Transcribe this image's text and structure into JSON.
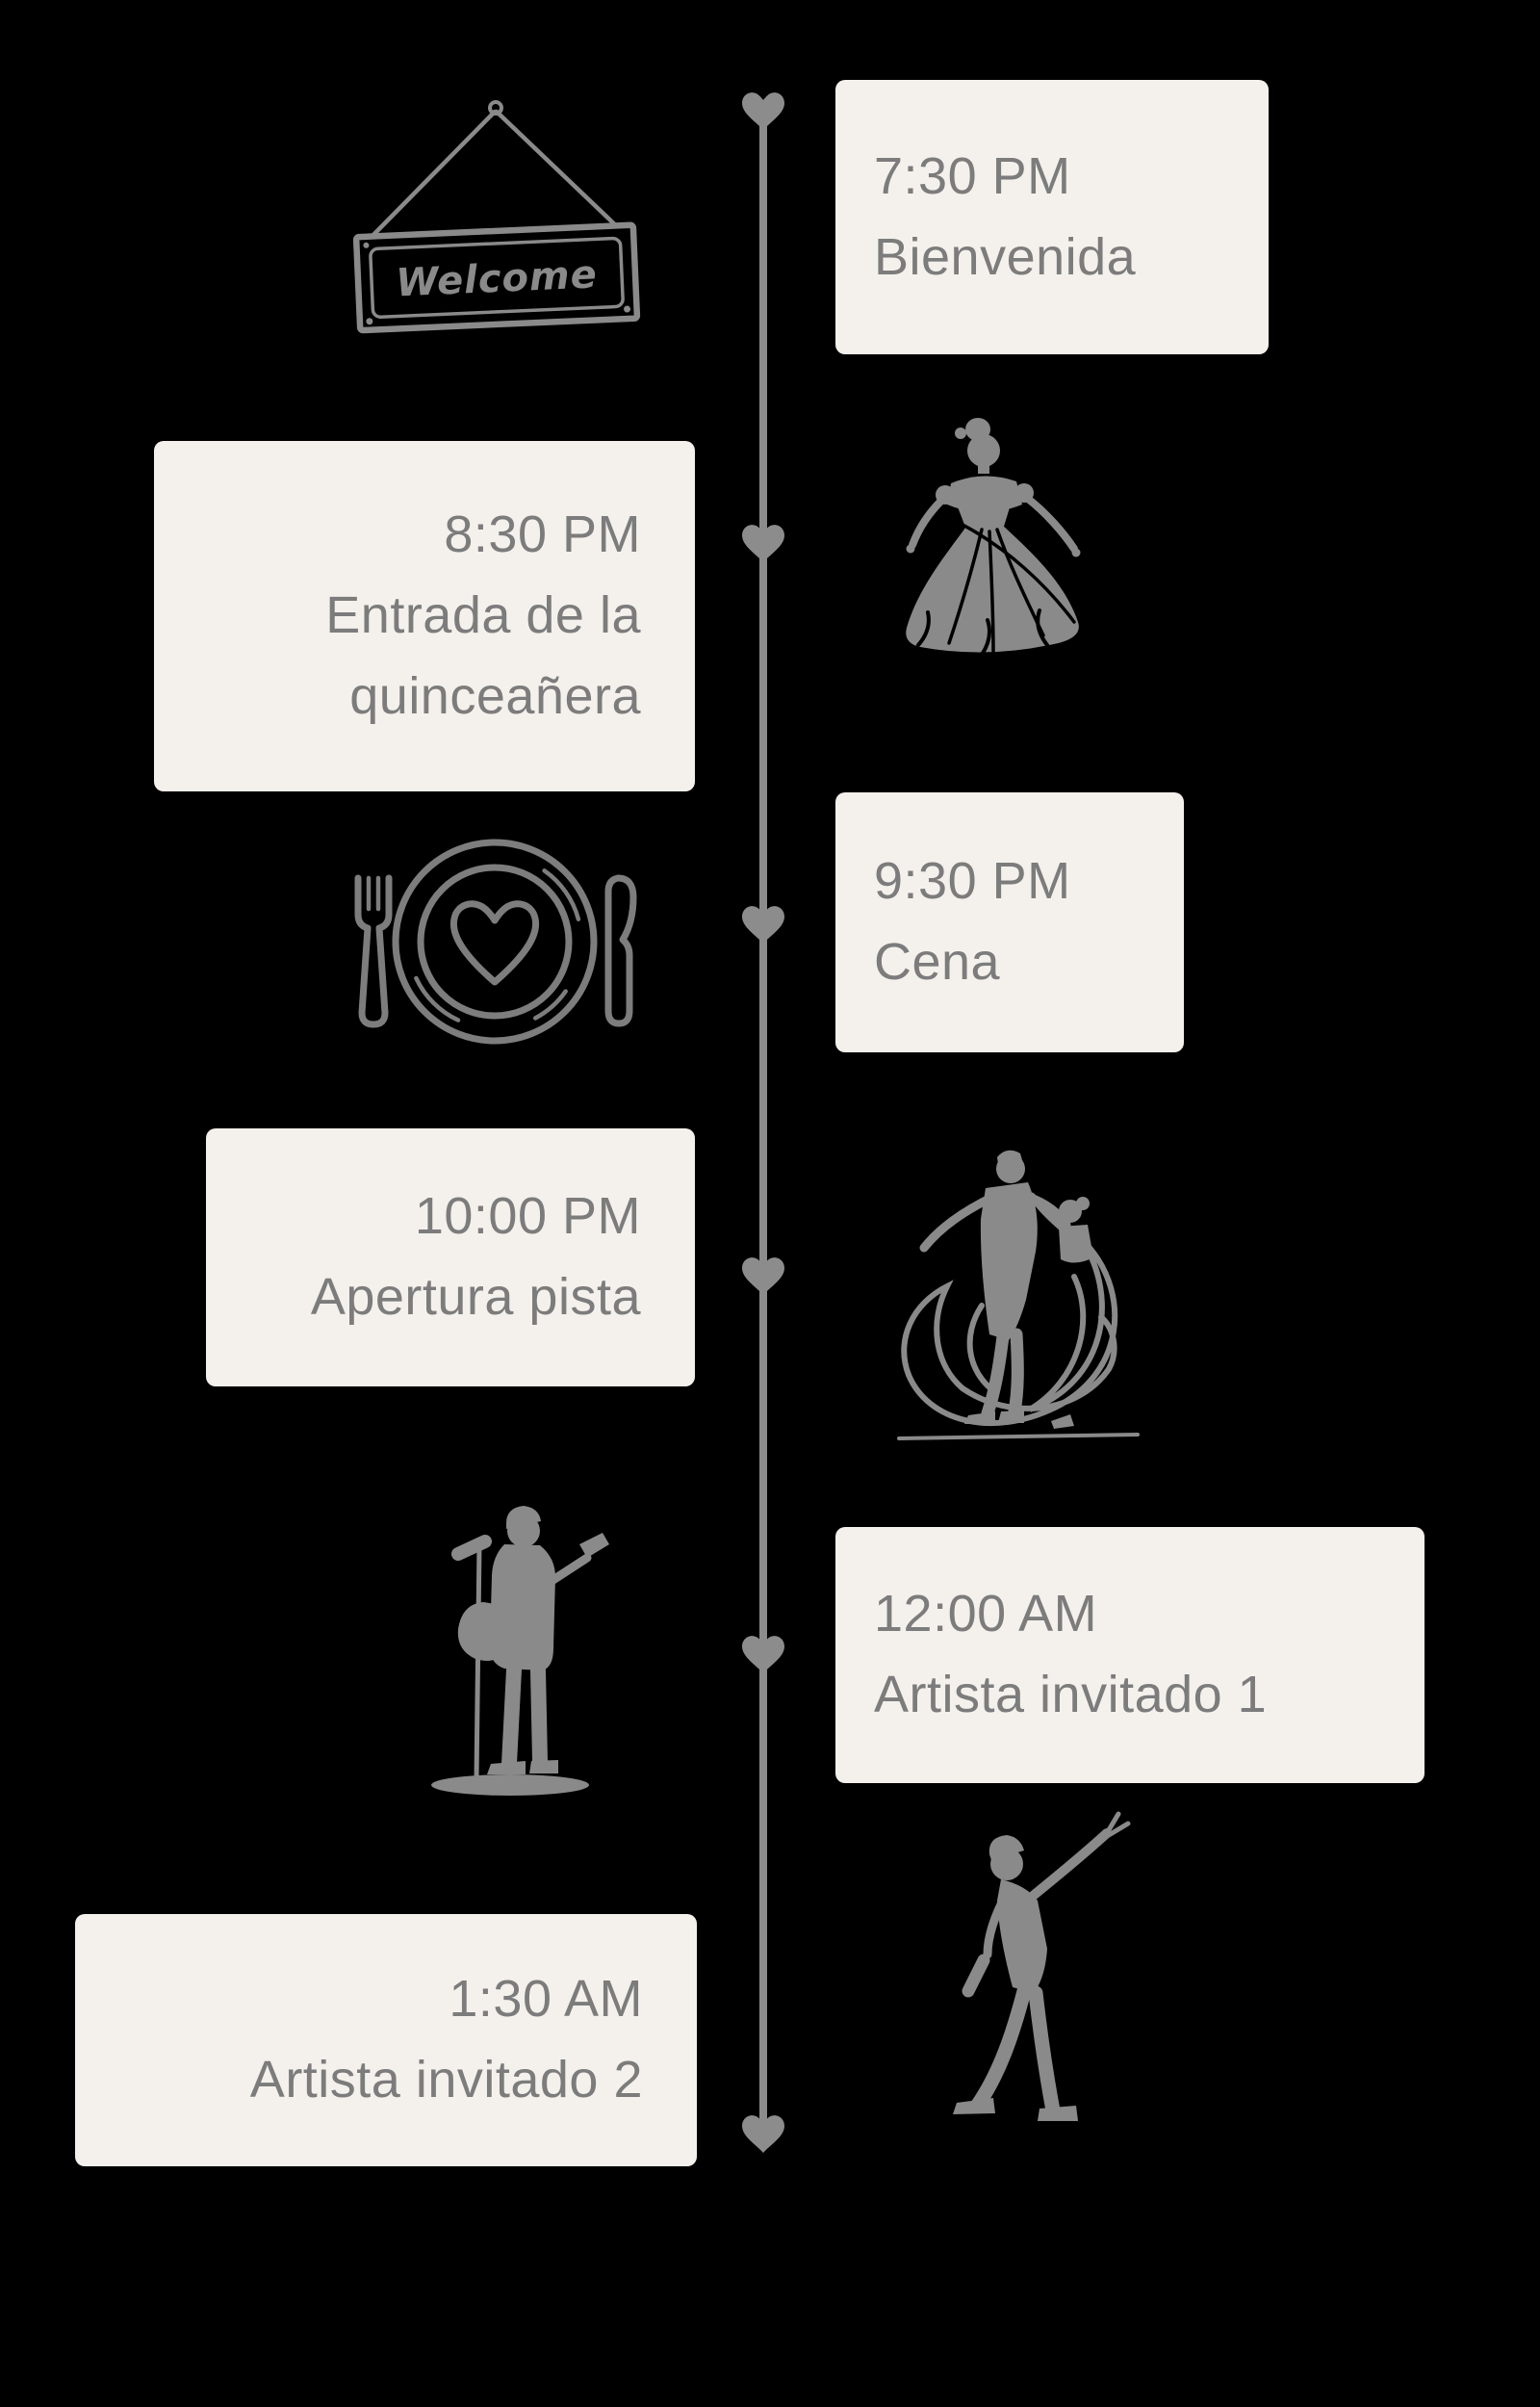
{
  "page": {
    "background": "#000000"
  },
  "colors": {
    "card_background": "#f4f1ec",
    "text": "#7c7c7c",
    "timeline": "#8c8c8c",
    "silhouette": "#8a8a8a"
  },
  "welcome_sign": {
    "text": "Welcome"
  },
  "timeline": {
    "marker": "heart",
    "items": [
      {
        "time": "7:30 PM",
        "title": "Bienvenida",
        "side": "right",
        "icon": "welcome-sign-icon"
      },
      {
        "time": "8:30 PM",
        "title": "Entrada de la quinceañera",
        "side": "left",
        "icon": "quinceanera-gown-icon"
      },
      {
        "time": "9:30 PM",
        "title": "Cena",
        "side": "right",
        "icon": "dinner-plate-heart-icon"
      },
      {
        "time": "10:00 PM",
        "title": "Apertura pista",
        "side": "left",
        "icon": "dancing-couple-icon"
      },
      {
        "time": "12:00 AM",
        "title": "Artista invitado 1",
        "side": "right",
        "icon": "singer-guitar-icon"
      },
      {
        "time": "1:30 AM",
        "title": "Artista invitado 2",
        "side": "left",
        "icon": "performer-mic-icon"
      }
    ]
  }
}
